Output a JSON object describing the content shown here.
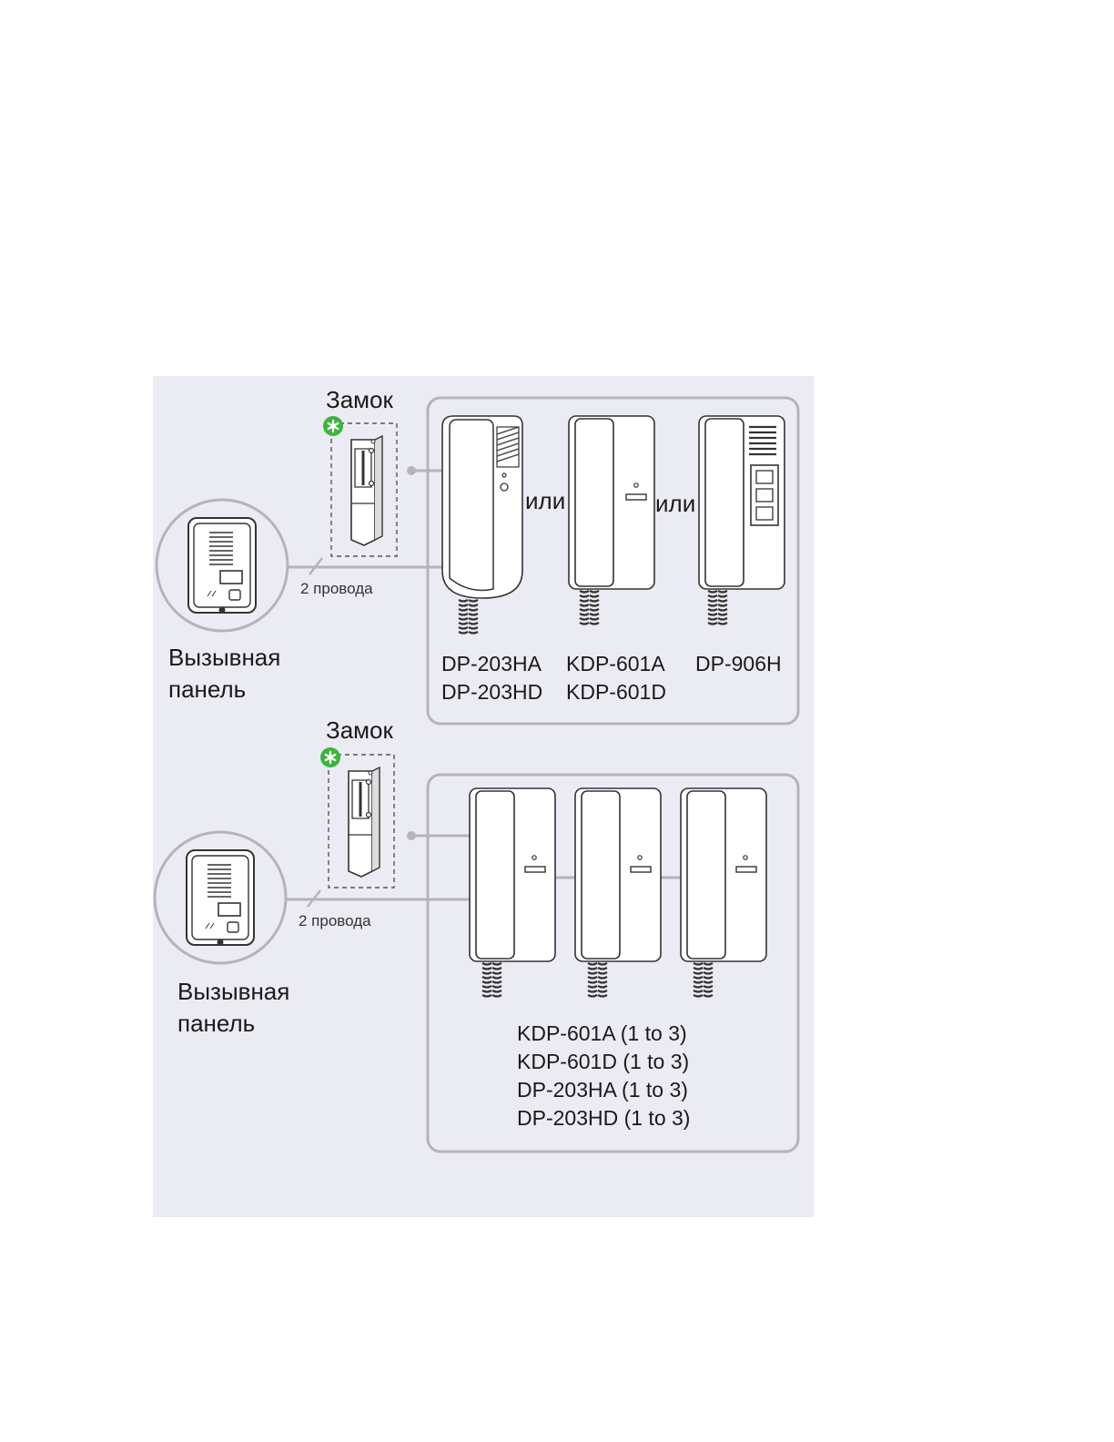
{
  "diagram1": {
    "lock_label": "Замок",
    "wire_label": "2 провода",
    "panel_label_line1": "Вызывная",
    "panel_label_line2": "панель",
    "or_label": "или",
    "models": [
      {
        "line1": "DP-203HA",
        "line2": "DP-203HD"
      },
      {
        "line1": "KDP-601A",
        "line2": "KDP-601D"
      },
      {
        "line1": "DP-906H",
        "line2": ""
      }
    ]
  },
  "diagram2": {
    "lock_label": "Замок",
    "wire_label": "2 провода",
    "panel_label_line1": "Вызывная",
    "panel_label_line2": "панель",
    "models": [
      "KDP-601A (1 to 3)",
      "KDP-601D (1 to 3)",
      "DP-203HA (1 to 3)",
      "DP-203HD (1 to 3)"
    ]
  },
  "colors": {
    "background": "#ebebf3",
    "frame": "#b4b4b8",
    "device_outline": "#333333",
    "accent_badge": "#3cb43c"
  },
  "icons": [
    "electric-lock-icon",
    "call-panel-icon",
    "intercom-handset-icon",
    "green-asterisk-badge-icon"
  ]
}
